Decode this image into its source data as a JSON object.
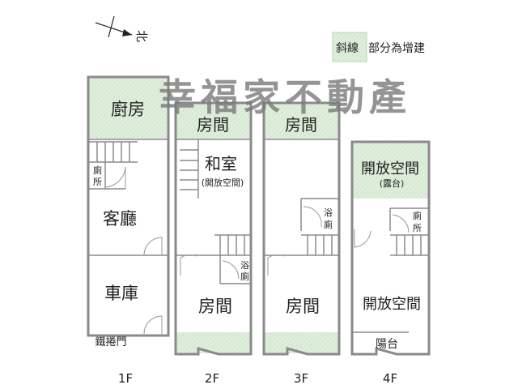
{
  "compass": {
    "north_label": "北"
  },
  "legend": {
    "swatch_text": "斜線",
    "text": "部分為增建",
    "hatch_color": "#d6ead3"
  },
  "watermark": "幸福家不動產",
  "floors": {
    "f1": {
      "label": "1F",
      "kitchen": "廚房",
      "toilet_1": "廁",
      "toilet_2": "所",
      "living": "客廳",
      "garage": "車庫",
      "shutter": "鐵捲門"
    },
    "f2": {
      "label": "2F",
      "room_top": "房間",
      "tatami": "和室",
      "tatami_note": "(開放空間)",
      "bath_1": "浴",
      "bath_2": "廁",
      "room_bottom": "房間"
    },
    "f3": {
      "label": "3F",
      "room_top": "房間",
      "bath_1": "浴",
      "bath_2": "廁",
      "room_bottom": "房間"
    },
    "f4": {
      "label": "4F",
      "open_top": "開放空間",
      "open_top_note": "(露台)",
      "toilet_1": "廁",
      "toilet_2": "所",
      "open_bottom": "開放空間",
      "balcony": "陽台"
    }
  }
}
